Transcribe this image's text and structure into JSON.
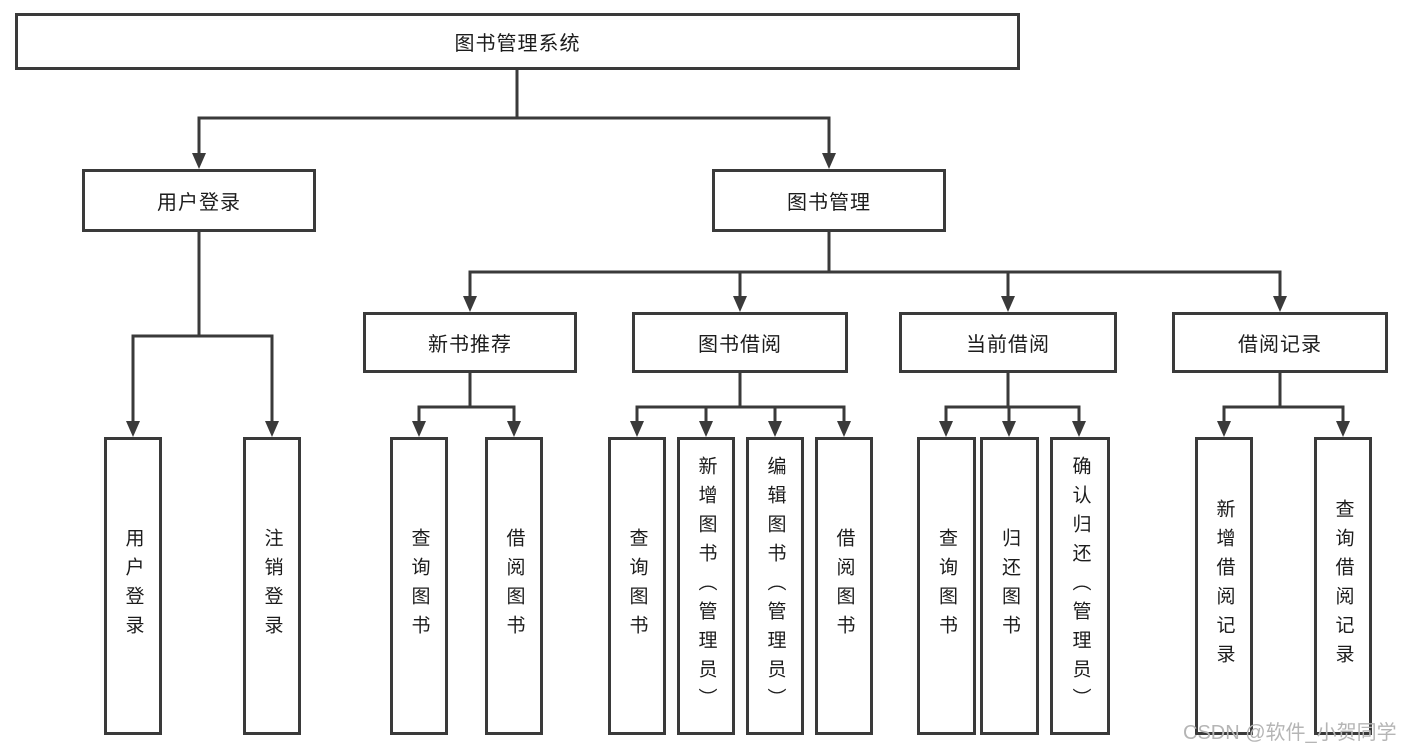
{
  "diagram_type": "hierarchy-tree",
  "colors": {
    "line": "#3a3a3a",
    "box_border": "#3a3a3a",
    "box_background": "#ffffff",
    "text": "#1c1c1c",
    "page_background": "#ffffff",
    "watermark": "#b5b5b5"
  },
  "watermark": {
    "text": "CSDN @软件_小贺同学"
  },
  "tree": {
    "label": "图书管理系统",
    "children": [
      {
        "label": "用户登录",
        "children": [
          {
            "label": "用户登录"
          },
          {
            "label": "注销登录"
          }
        ]
      },
      {
        "label": "图书管理",
        "children": [
          {
            "label": "新书推荐",
            "children": [
              {
                "label": "查询图书"
              },
              {
                "label": "借阅图书"
              }
            ]
          },
          {
            "label": "图书借阅",
            "children": [
              {
                "label": "查询图书"
              },
              {
                "label": "新增图书（管理员）"
              },
              {
                "label": "编辑图书（管理员）"
              },
              {
                "label": "借阅图书"
              }
            ]
          },
          {
            "label": "当前借阅",
            "children": [
              {
                "label": "查询图书"
              },
              {
                "label": "归还图书"
              },
              {
                "label": "确认归还（管理员）"
              }
            ]
          },
          {
            "label": "借阅记录",
            "children": [
              {
                "label": "新增借阅记录"
              },
              {
                "label": "查询借阅记录"
              }
            ]
          }
        ]
      }
    ]
  }
}
